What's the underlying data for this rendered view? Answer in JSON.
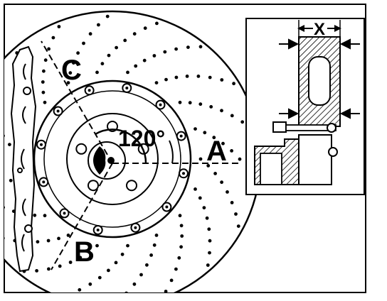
{
  "labels": {
    "point_a": "A",
    "point_b": "B",
    "point_c": "C",
    "angle": "120°",
    "thickness": "X"
  },
  "colors": {
    "ink": "#000000",
    "paper": "#ffffff"
  }
}
